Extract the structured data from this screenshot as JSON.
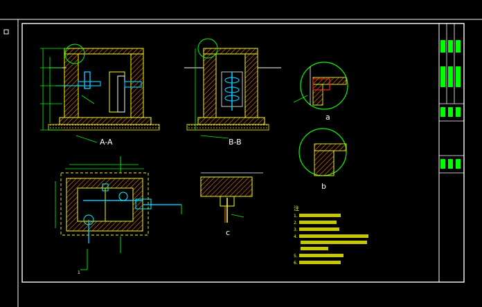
{
  "drawing": {
    "views": {
      "section_aa": "A-A",
      "section_bb": "B-B",
      "plan_cut_left": "1",
      "detail_a": "a",
      "detail_b": "b",
      "detail_c": "c"
    },
    "notes_title": "注",
    "notes": [
      "1.",
      "2.",
      "3.",
      "4.",
      "5.",
      "6."
    ]
  },
  "colors": {
    "background": "#000000",
    "frame": "#ffffff",
    "wall_outline": "#ffff00",
    "hatch": "#ff7f00",
    "dimension": "#00ff00",
    "pipe": "#00c8ff",
    "fitting": "#00ffff",
    "callout": "#00ff00",
    "red_detail": "#ff2020",
    "soil": "#ffb040"
  }
}
